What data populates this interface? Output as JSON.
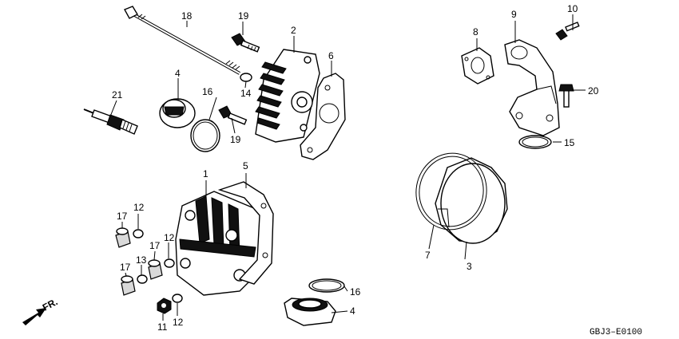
{
  "diagram": {
    "parts": [
      {
        "id": "p1",
        "number": "1"
      },
      {
        "id": "p2",
        "number": "2"
      },
      {
        "id": "p3",
        "number": "3"
      },
      {
        "id": "p4a",
        "number": "4"
      },
      {
        "id": "p4b",
        "number": "4"
      },
      {
        "id": "p5",
        "number": "5"
      },
      {
        "id": "p6",
        "number": "6"
      },
      {
        "id": "p7",
        "number": "7"
      },
      {
        "id": "p8",
        "number": "8"
      },
      {
        "id": "p9",
        "number": "9"
      },
      {
        "id": "p10",
        "number": "10"
      },
      {
        "id": "p11",
        "number": "11"
      },
      {
        "id": "p12a",
        "number": "12"
      },
      {
        "id": "p12b",
        "number": "12"
      },
      {
        "id": "p12c",
        "number": "12"
      },
      {
        "id": "p13",
        "number": "13"
      },
      {
        "id": "p14",
        "number": "14"
      },
      {
        "id": "p15",
        "number": "15"
      },
      {
        "id": "p16a",
        "number": "16"
      },
      {
        "id": "p16b",
        "number": "16"
      },
      {
        "id": "p17a",
        "number": "17"
      },
      {
        "id": "p17b",
        "number": "17"
      },
      {
        "id": "p17c",
        "number": "17"
      },
      {
        "id": "p18",
        "number": "18"
      },
      {
        "id": "p19a",
        "number": "19"
      },
      {
        "id": "p19b",
        "number": "19"
      },
      {
        "id": "p20",
        "number": "20"
      },
      {
        "id": "p21",
        "number": "21"
      }
    ],
    "front_arrow_label": "FR.",
    "diagram_code": "GBJ3–E0100"
  }
}
